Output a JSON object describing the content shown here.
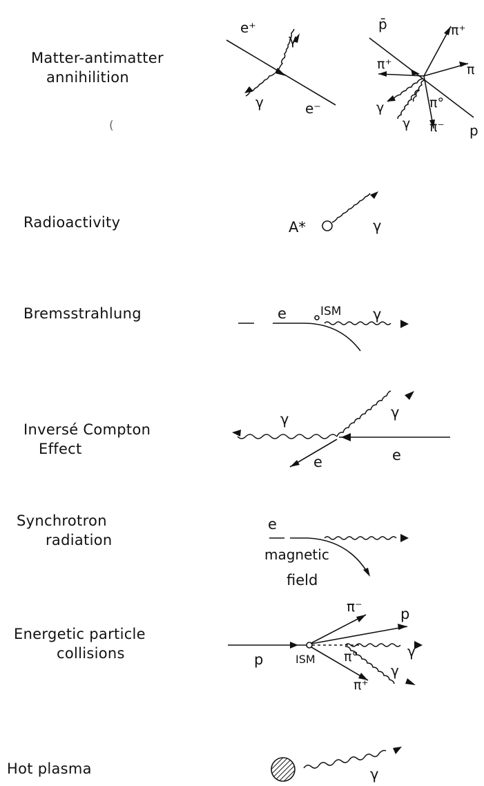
{
  "processes": [
    {
      "id": "annihilation",
      "lines": [
        "Matter-antimatter",
        "annihilition"
      ]
    },
    {
      "id": "radioactivity",
      "lines": [
        "Radioactivity"
      ]
    },
    {
      "id": "bremsstrahlung",
      "lines": [
        "Bremsstrahlung"
      ]
    },
    {
      "id": "compton",
      "lines": [
        "Inversé Compton",
        "Effect"
      ]
    },
    {
      "id": "synchrotron",
      "lines": [
        "Synchrotron",
        "radiation"
      ]
    },
    {
      "id": "collisions",
      "lines": [
        "Energetic particle",
        "collisions"
      ]
    },
    {
      "id": "plasma",
      "lines": [
        "Hot plasma"
      ]
    }
  ],
  "stray_mark": "(",
  "labels": {
    "annihilation": {
      "e_plus": "e⁺",
      "gamma_1": "γ",
      "gamma_2": "γ",
      "e_minus": "e⁻",
      "pbar": "p̄",
      "pi_plus_1": "π⁺",
      "pi_plus_2": "π⁺",
      "pi": "π",
      "gamma_3": "γ",
      "gamma_4": "γ",
      "pi_zero": "π°",
      "pi_minus": "π⁻",
      "p": "p"
    },
    "radioactivity": {
      "nucleus": "A*",
      "gamma": "γ"
    },
    "bremsstrahlung": {
      "e": "e",
      "ism": "ISM",
      "gamma": "γ"
    },
    "compton": {
      "gamma_out": "γ",
      "gamma_in": "γ",
      "e_in": "e",
      "e_out": "e"
    },
    "synchrotron": {
      "e": "e",
      "field_1": "magnetic",
      "field_2": "field"
    },
    "collisions": {
      "p_in": "p",
      "ism": "ISM",
      "pi_minus": "π⁻",
      "p_out": "p",
      "pi_zero": "π°",
      "gamma_1": "γ",
      "gamma_2": "γ",
      "pi_plus": "π⁺"
    },
    "plasma": {
      "gamma": "γ"
    }
  }
}
